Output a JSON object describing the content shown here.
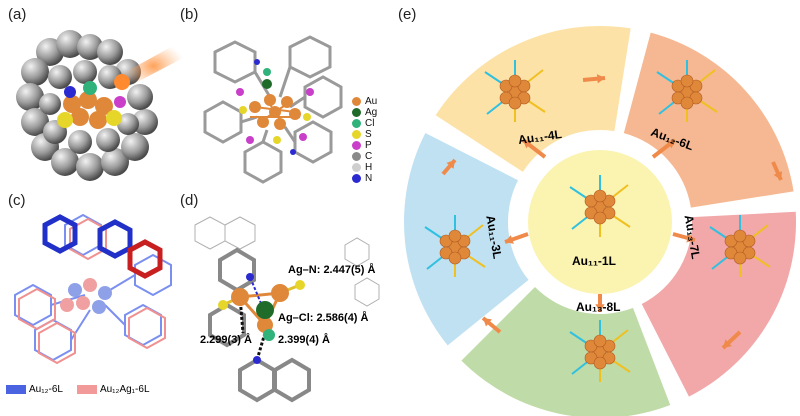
{
  "panels": {
    "a": "(a)",
    "b": "(b)",
    "c": "(c)",
    "d": "(d)",
    "e": "(e)"
  },
  "legend": {
    "items": [
      {
        "label": "Au",
        "color": "#e0883a"
      },
      {
        "label": "Ag",
        "color": "#1f6b2a"
      },
      {
        "label": "Cl",
        "color": "#2fb37a"
      },
      {
        "label": "S",
        "color": "#e6d62a"
      },
      {
        "label": "P",
        "color": "#c93fc9"
      },
      {
        "label": "C",
        "color": "#8a8a8a"
      },
      {
        "label": "H",
        "color": "#cfcfcf"
      },
      {
        "label": "N",
        "color": "#2a2ad0"
      }
    ]
  },
  "panel_c": {
    "legend_blue": "Au₁₂-6L",
    "legend_red": "Au₁₂Ag₁-6L",
    "colors": {
      "blue": "#3a4fd6",
      "red": "#e04545"
    }
  },
  "panel_d": {
    "ag_n": "Ag–N: 2.447(5) Å",
    "ag_cl": "Ag–Cl: 2.586(4) Å",
    "dist1": "2.299(3) Å",
    "dist2": "2.399(4) Å"
  },
  "panel_e": {
    "center": "Au₁₁-1L",
    "segments": [
      {
        "label": "Au₁₁-4L",
        "color": "#fde2a8"
      },
      {
        "label": "Au₁₂-6L",
        "color": "#f6b892"
      },
      {
        "label": "Au₁₃-7L",
        "color": "#f2a7a9"
      },
      {
        "label": "Au₁₃-8L",
        "color": "#bfdba7"
      },
      {
        "label": "Au₁₁-3L",
        "color": "#bfe1f2"
      }
    ],
    "center_color": "#fbf3b0",
    "arrow_color": "#f08a4b"
  }
}
